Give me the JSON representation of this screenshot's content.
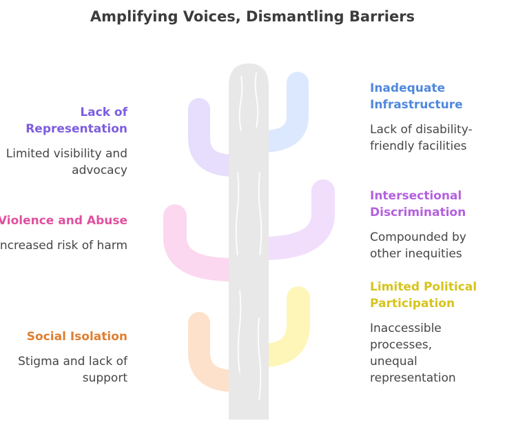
{
  "title": "Amplifying Voices, Dismantling Barriers",
  "items": [
    {
      "heading": "Lack of Representation",
      "description": "Limited visibility and advocacy",
      "color": "#7d5ce0",
      "arm_color": "#e6defc"
    },
    {
      "heading": "Inadequate Infrastructure",
      "description": "Lack of disability-friendly facilities",
      "color": "#4f88de",
      "arm_color": "#dbe8fd"
    },
    {
      "heading": "Violence and Abuse",
      "description": "Increased risk of harm",
      "color": "#e0509f",
      "arm_color": "#fbd8ef"
    },
    {
      "heading": "Intersectional Discrimination",
      "description": "Compounded by other inequities",
      "color": "#b460de",
      "arm_color": "#f1defc"
    },
    {
      "heading": "Social Isolation",
      "description": "Stigma and lack of support",
      "color": "#e07e30",
      "arm_color": "#fde1ca"
    },
    {
      "heading": "Limited Political Participation",
      "description": "Inaccessible processes, unequal representation",
      "color": "#d6c41c",
      "arm_color": "#fdf6b8"
    }
  ],
  "trunk_color": "#e8e8e8"
}
